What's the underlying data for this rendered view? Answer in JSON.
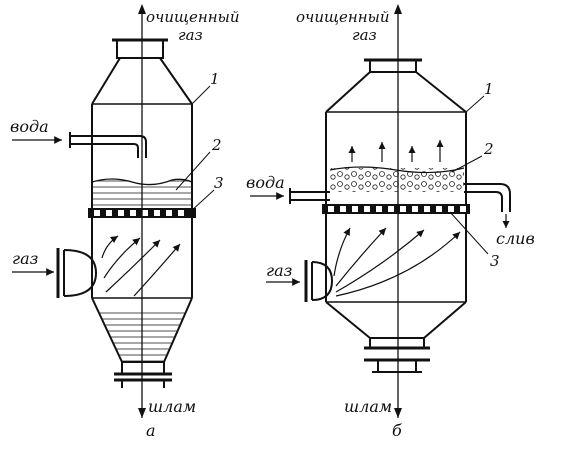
{
  "figure": {
    "a": {
      "label_top": [
        "очищенный",
        "газ"
      ],
      "label_water": "вода",
      "label_gas": "газ",
      "label_sludge": "шлам",
      "sublabel": "а",
      "callouts": [
        "1",
        "2",
        "3"
      ]
    },
    "b": {
      "label_top": [
        "очищенный",
        "газ"
      ],
      "label_water": "вода",
      "label_gas": "газ",
      "label_sludge": "шлам",
      "label_drain": "слив",
      "sublabel": "б",
      "callouts": [
        "1",
        "2",
        "3"
      ]
    }
  }
}
